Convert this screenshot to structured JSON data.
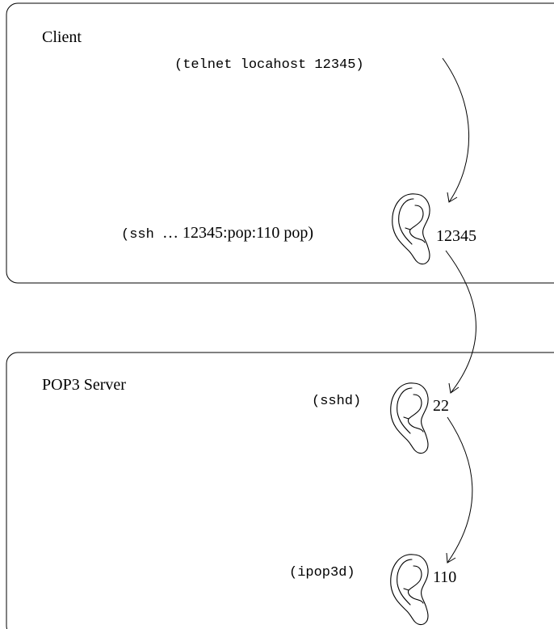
{
  "client": {
    "title": "Client",
    "command": "(telnet locahost 12345)",
    "ssh_cmd_prefix": "(ssh ",
    "ssh_cmd_rest": "… 12345:pop:110 pop)",
    "port": "12345"
  },
  "server": {
    "title": "POP3 Server",
    "sshd_label": "(sshd)",
    "sshd_port": "22",
    "ipop3d_label": "(ipop3d)",
    "ipop3d_port": "110"
  },
  "icons": {
    "listener": "ear-icon"
  },
  "colors": {
    "stroke": "#000000",
    "background": "#ffffff"
  }
}
